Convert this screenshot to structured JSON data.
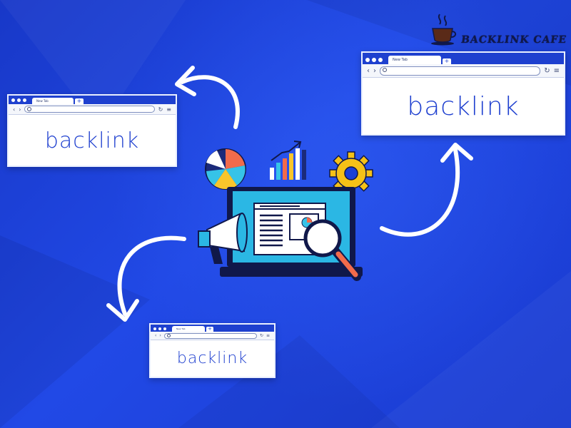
{
  "brand": {
    "logo_text": "BACKLINK CAFE",
    "logo_icon": "coffee-cup-icon"
  },
  "browsers": [
    {
      "id": "left",
      "tab_label": "New Tab",
      "tab_plus": "+",
      "content_text": "backlink"
    },
    {
      "id": "right",
      "tab_label": "New Tab",
      "tab_plus": "+",
      "content_text": "backlink"
    },
    {
      "id": "bottom",
      "tab_label": "New Tab",
      "tab_plus": "+",
      "content_text": "backlink"
    }
  ],
  "toolbar_glyphs": {
    "back": "‹",
    "forward": "›",
    "reload": "↻",
    "menu": "≡"
  },
  "colors": {
    "background": "#1a3fd6",
    "brand_blue": "#1e3fcf",
    "pie_navy": "#1b2a7a",
    "pie_orange": "#f26b4b",
    "pie_yellow": "#f9c52b",
    "pie_cyan": "#36c3e8",
    "gear_yellow": "#f5c117",
    "screen_cyan": "#2bb7e4"
  }
}
